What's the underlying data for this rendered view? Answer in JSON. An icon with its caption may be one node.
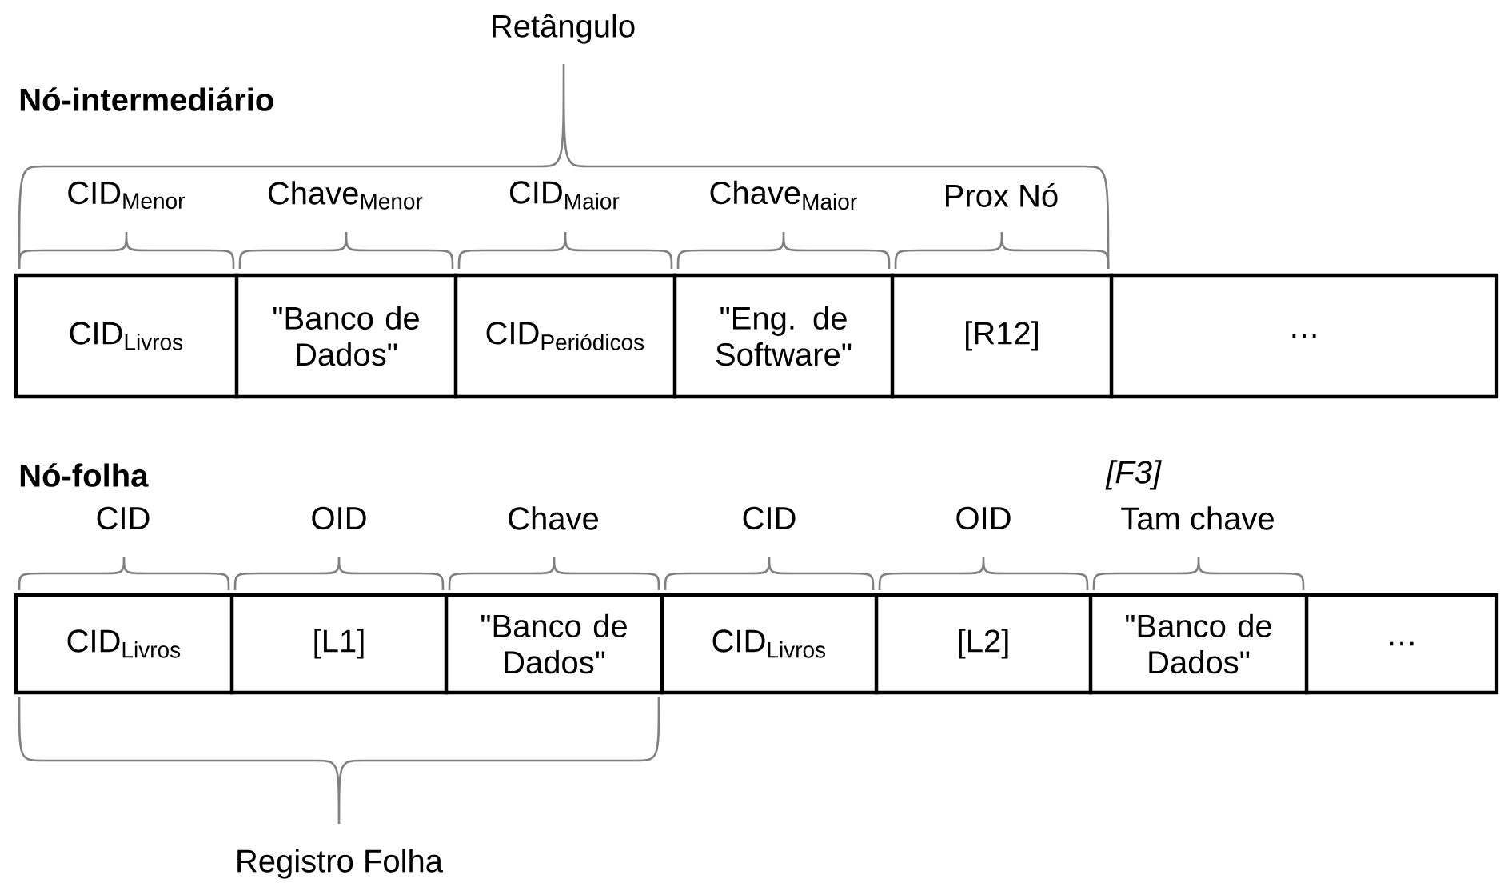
{
  "diagram": {
    "nodes": [
      {
        "text": [
          "\\text{CID}_{\\text{Livros}}"
        ]
      },
      {
        "text": [
          "\"Banco de Dados\""
        ]
      },
      {
        "text": [
          "\\text{CID}_{\\text{Periódicos}}"
        ]
      },
      {
        "text": [
          "\"Eng. de Software\""
        ]
      },
      {
        "text": [
          "[R12]"
        ]
      },
      {
        "text": [
          "…"
        ]
      },
      {
        "text": [
          "\\text{CID}_{\\text{Livros}}"
        ]
      },
      {
        "text": [
          "[L1]"
        ]
      },
      {
        "text": [
          "\"Banco de Dados\""
        ]
      },
      {
        "text": [
          "\\text{CID}_{\\text{Livros}}"
        ]
      },
      {
        "text": [
          "[L2]"
        ]
      },
      {
        "text": [
          "\"Banco de Dados\""
        ]
      },
      {
        "text": [
          "…"
        ]
      }
    ],
    "labels": [
      "Retângulo",
      "Nó-intermediário",
      "\\text{CID}_{\\text{Menor}}",
      "\\text{Chave}_{\\text{Menor}}",
      "\\text{CID}_{\\text{Maior}}",
      "\\text{Chave}_{\\text{Maior}}",
      "Prox Nó",
      "Nó-folha",
      "[F3]",
      "CID",
      "OID",
      "Chave",
      "CID",
      "OID",
      "Tam chave",
      "Registro Folha"
    ]
  }
}
